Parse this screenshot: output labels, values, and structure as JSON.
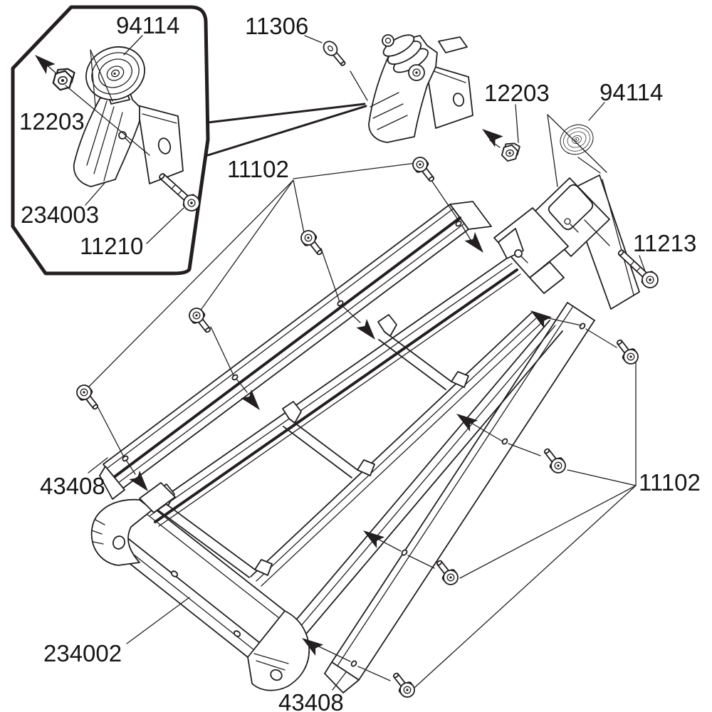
{
  "diagram": {
    "type": "exploded-parts-diagram",
    "background_color": "#ffffff",
    "line_color": "#231f20",
    "labels": {
      "inset_94114": "94114",
      "inset_12203": "12203",
      "inset_234003": "234003",
      "inset_11210": "11210",
      "top_11306": "11306",
      "center_11102": "11102",
      "right_12203": "12203",
      "right_94114": "94114",
      "right_11213": "11213",
      "left_43408": "43408",
      "bottom_234002": "234002",
      "right_11102": "11102",
      "bottom_43408": "43408"
    }
  }
}
